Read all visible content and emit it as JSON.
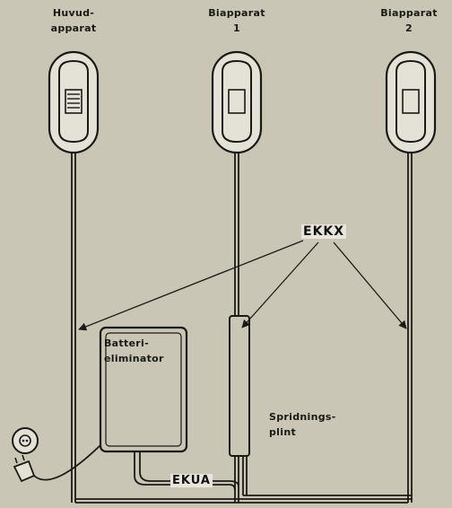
{
  "devices": [
    {
      "id": "main",
      "label_line1": "Huvud-",
      "label_line2": "apparat"
    },
    {
      "id": "ext1",
      "label_line1": "Biapparat",
      "label_line2": "1"
    },
    {
      "id": "ext2",
      "label_line1": "Biapparat",
      "label_line2": "2"
    }
  ],
  "components": {
    "battery_eliminator_line1": "Batteri-",
    "battery_eliminator_line2": "eliminator",
    "junction_line1": "Spridnings-",
    "junction_line2": "plint"
  },
  "cables": {
    "extension_cable": "EKKX",
    "mains_cable": "EKUA"
  },
  "colors": {
    "paper": "#c9c6b6",
    "ink": "#1a1a14",
    "handset_fill": "#e4e2d6"
  }
}
